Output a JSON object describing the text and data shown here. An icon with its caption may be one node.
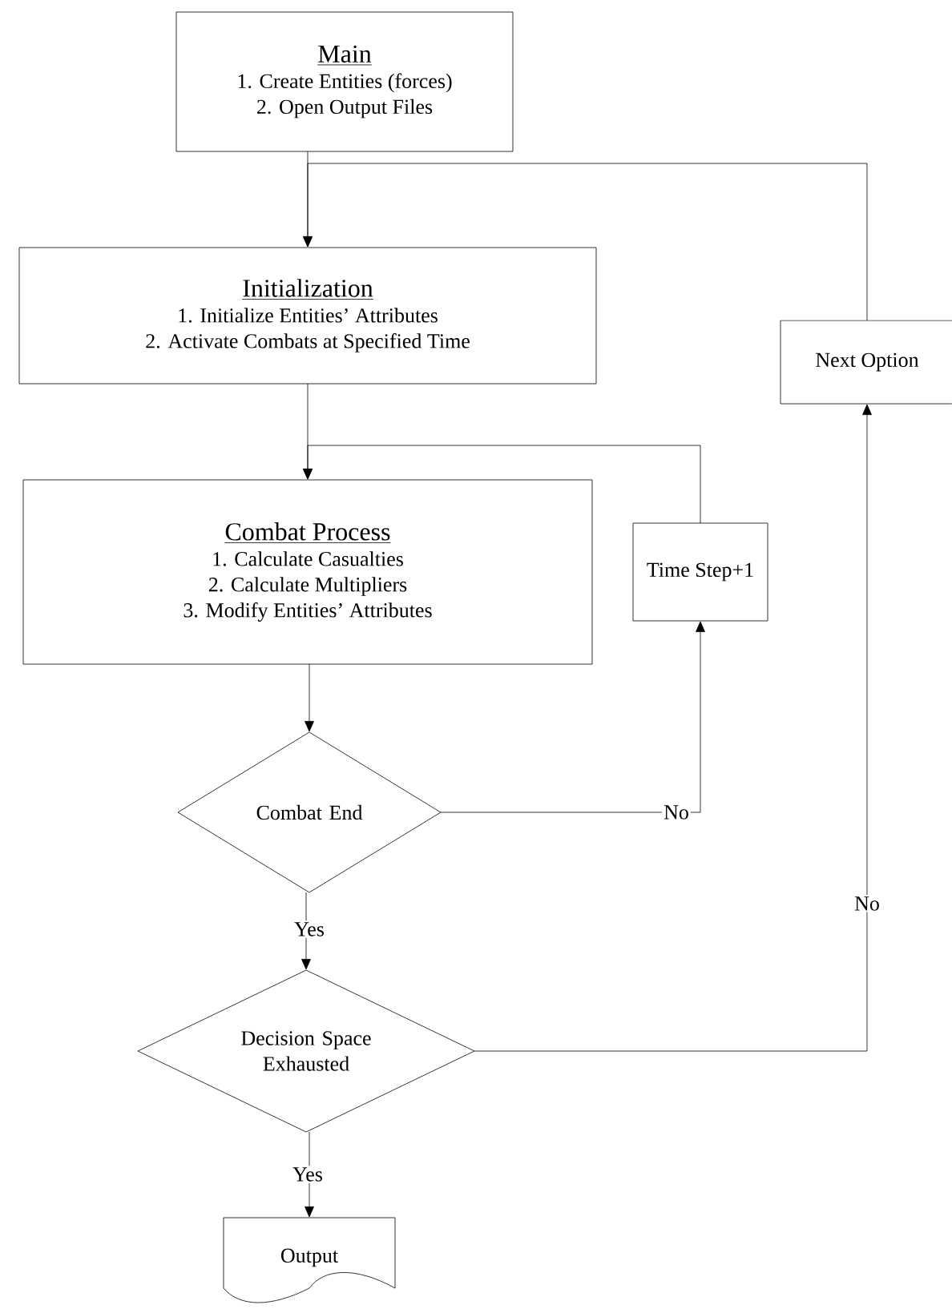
{
  "diagram": {
    "nodes": [
      {
        "text": [
          "Main",
          "1. Create Entities (forces)",
          "2. Open Output Files"
        ]
      },
      {
        "text": [
          "Initialization",
          "1. Initialize Entities’ Attributes",
          "2. Activate Combats at Specified Time"
        ]
      },
      {
        "text": [
          "Next Option"
        ]
      },
      {
        "text": [
          "Combat Process",
          "1. Calculate Casualties",
          "2. Calculate Multipliers",
          "3. Modify Entities’ Attributes"
        ]
      },
      {
        "text": [
          "Time Step+1"
        ]
      },
      {
        "text": [
          "Combat End"
        ]
      },
      {
        "text": [
          "Decision Space Exhausted"
        ]
      },
      {
        "text": [
          "Output"
        ]
      }
    ],
    "edges": [
      {
        "from": 0,
        "to": 1,
        "arrow": "to"
      },
      {
        "from": 1,
        "to": 3,
        "arrow": "to"
      },
      {
        "from": 3,
        "to": 5,
        "arrow": "to"
      },
      {
        "from": 5,
        "to": 4,
        "arrow": "to",
        "label": "No"
      },
      {
        "from": 4,
        "to": 3,
        "arrow": "to"
      },
      {
        "from": 5,
        "to": 6,
        "arrow": "to",
        "label": "Yes"
      },
      {
        "from": 6,
        "to": 2,
        "arrow": "to",
        "label": "No"
      },
      {
        "from": 2,
        "to": 1,
        "arrow": "to"
      },
      {
        "from": 6,
        "to": 7,
        "arrow": "to",
        "label": "Yes"
      }
    ]
  }
}
